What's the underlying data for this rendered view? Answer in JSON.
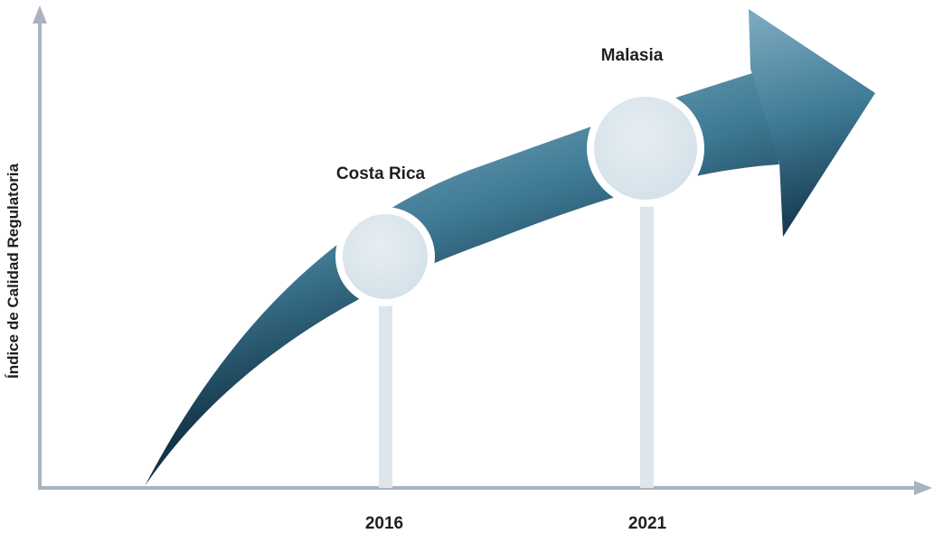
{
  "y_axis_label": "Índice de Calidad Regulatoria",
  "milestones": [
    {
      "year": "2016",
      "country": "Costa Rica"
    },
    {
      "year": "2021",
      "country": "Malasia"
    }
  ],
  "colors": {
    "axis": "#a9b3bd",
    "arrow_light": "#6e9fb6",
    "arrow_mid": "#3f7a95",
    "arrow_dark": "#123548",
    "marker_fill": "#dbe6ed",
    "stem": "#dde6ec",
    "text": "#1f1f1f"
  }
}
